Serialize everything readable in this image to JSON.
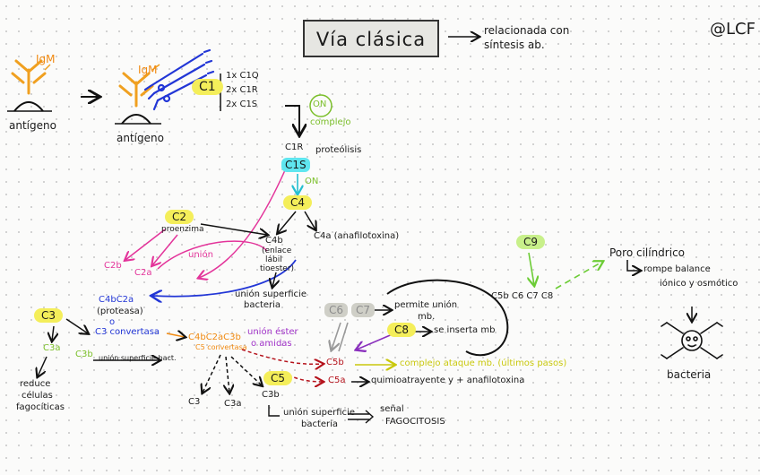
{
  "title": "Vía clásica",
  "title_note": [
    "relacionada con",
    "síntesis ab."
  ],
  "author": "@LCF",
  "antibody": "IgM",
  "antigen": "antígeno",
  "c1": {
    "label": "C1",
    "components": [
      "1x C1Q",
      "2x C1R",
      "2x C1S"
    ],
    "on_label": "ON",
    "on_sub": "complejo"
  },
  "c1r": "C1R",
  "proteolysis": "proteólisis",
  "c1s": "C1S",
  "on_arrow": "ON",
  "c4": "C4",
  "c4a": "C4a (anafilotoxina)",
  "c4b": "C4b",
  "c4b_notes": [
    "(enlace",
    "lábil",
    "tioester)"
  ],
  "c4b_union": [
    "unión superficie",
    "bacteria"
  ],
  "c2": "C2",
  "c2_proenzyme": "proenzima",
  "c2b": "C2b",
  "c2a": "C2a",
  "union": "unión",
  "c4bc2a": "C4bC2a",
  "proteasa": "(proteasa)",
  "o": "o",
  "c3_convertasa": "C3 convertasa",
  "c3": "C3",
  "c3a": "C3a",
  "c3a_effect": [
    "reduce",
    "células",
    "fagocíticas"
  ],
  "c3b": "C3b",
  "c3b_union": "unión superficie bact.",
  "c4bc2ac3b": "C4bC2aC3b",
  "c5_convertasa": "C5 convertasa",
  "union_ester": [
    "unión éster",
    "o amidas"
  ],
  "c5": "C5",
  "c5b": "C5b",
  "c5a": "C5a",
  "c5a_effect": "quimioatrayente y + anafilotoxina",
  "complejo_ataque": "complejo ataque mb. (últimos pasos)",
  "c6": "C6",
  "c7": "C7",
  "permite_union": [
    "permite unión",
    "mb."
  ],
  "c8": "C8",
  "c8_effect": "se inserta mb",
  "c9": "C9",
  "mac": "C5b C6 C7 C8",
  "poro": "Poro cilíndrico",
  "rompe": [
    "rompe balance",
    "iónico y osmótico"
  ],
  "bacteria": "bacteria",
  "lower_c3": "C3",
  "lower_c3a": "C3a",
  "lower_c3b": "C3b",
  "lower_union": [
    "unión superficie",
    "bacteria"
  ],
  "senal": [
    "señal",
    "FAGOCITOSIS"
  ]
}
